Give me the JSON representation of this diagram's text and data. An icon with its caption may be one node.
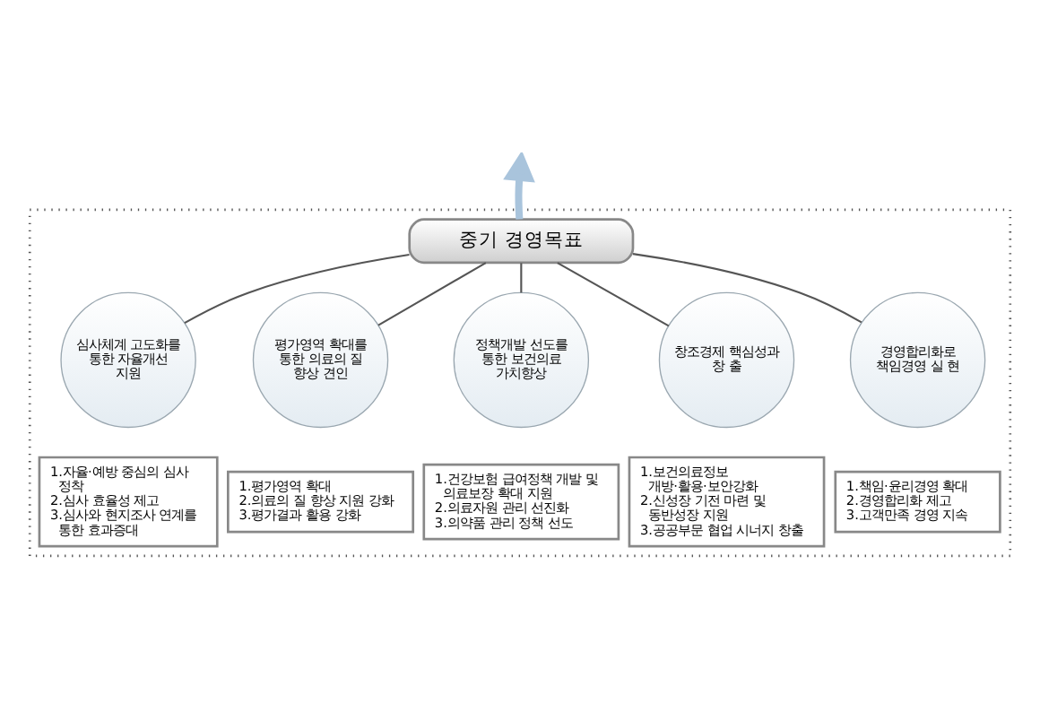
{
  "diagram": {
    "nodes": [
      {
        "text": [],
        "shape": "box"
      },
      {
        "text": [
          "중기 경영목표"
        ],
        "in": 0
      },
      {
        "text": [
          "심사체계 고도화를 통한 자율개선 지원"
        ],
        "in": 0
      },
      {
        "text": [
          "평가영역 확대를 통한 의료의 질 향상 견인"
        ],
        "in": 0
      },
      {
        "text": [
          "정책개발 선도를 통한 보건의료 가치향상"
        ],
        "in": 0
      },
      {
        "text": [
          "창조경제 핵심성과 창 출"
        ],
        "in": 0
      },
      {
        "text": [
          "경영합리화로 책임경영 실 현"
        ],
        "in": 0
      },
      {
        "text": [
          "1.자율·예방 중심의 심사 정착",
          "2.심사 효율성 제고",
          "3.심사와 현지조사 연계를 통한 효과증대"
        ],
        "in": 0
      },
      {
        "text": [
          "1.평가영역 확대",
          "2.의료의 질 향상 지원 강화",
          "3.평가결과 활용 강화"
        ],
        "in": 0
      },
      {
        "text": [
          "1.건강보험 급여정책 개발 및 의료보장 확대 지원",
          "2.의료자원 관리 선진화",
          "3.의약품 관리 정책 선도"
        ],
        "in": 0
      },
      {
        "text": [
          "1.보건의료정보 개방·활용·보안강화",
          "2.신성장 기전 마련 및 동반성장 지원",
          "3.공공부문 협업 시너지 창출"
        ],
        "in": 0
      },
      {
        "text": [
          "1.책임·윤리경영 확대",
          "2.경영합리화 제고",
          "3.고객만족 경영 지속"
        ],
        "in": 0
      }
    ],
    "edges": [
      {
        "from": 1,
        "to": null,
        "arrow": "to",
        "style": "thick",
        "color": "#a9c4dc"
      },
      {
        "from": 1,
        "to": 2,
        "arrow": "none"
      },
      {
        "from": 1,
        "to": 3,
        "arrow": "none"
      },
      {
        "from": 1,
        "to": 4,
        "arrow": "none"
      },
      {
        "from": 1,
        "to": 5,
        "arrow": "none"
      },
      {
        "from": 1,
        "to": 6,
        "arrow": "none"
      }
    ]
  }
}
